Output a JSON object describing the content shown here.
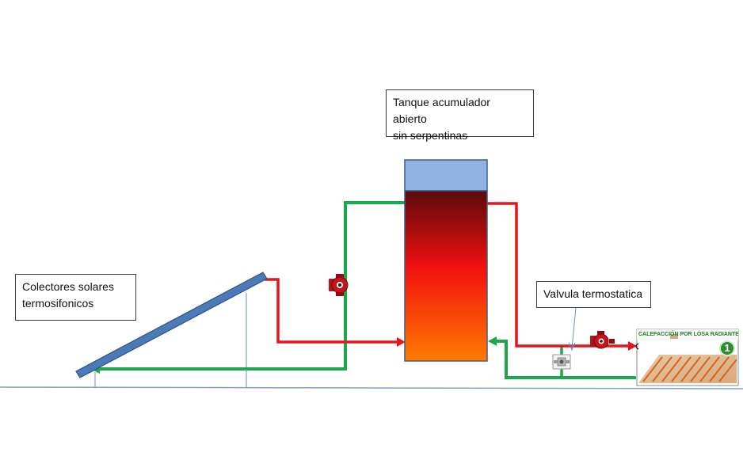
{
  "labels": {
    "tank": "Tanque acumulador abierto\nsin serpentinas",
    "collectors": "Colectores solares\ntermosifonicos",
    "valve": "Valvula termostatica"
  },
  "floor_panel": {
    "title": "CALEFACCIÓN POR LOSA RADIANTE",
    "number": "1"
  },
  "colors": {
    "hot_pipe": "#e8141c",
    "cold_pipe": "#1aa84a",
    "collector": "#4a7ab8",
    "tank_top": "#8fb2e3",
    "ground": "#7ea2cc"
  }
}
